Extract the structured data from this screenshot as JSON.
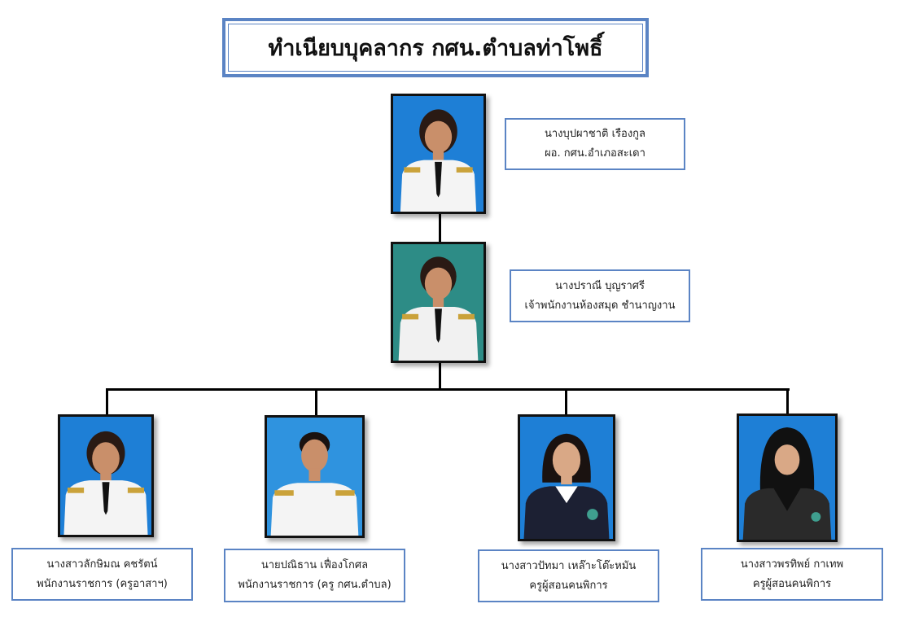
{
  "title": "ทำเนียบบุคลากร กศน.ตำบลท่าโพธิ์",
  "people": [
    {
      "name": "นางบุปผาชาติ  เรืองกูล",
      "position": "ผอ. กศน.อำเภอสะเดา"
    },
    {
      "name": "นางปราณี  บุญราศรี",
      "position": "เจ้าพนักงานห้องสมุด ชำนาญงาน"
    },
    {
      "name": "นางสาวลักษิมณ  คชรัตน์",
      "position": "พนักงานราชการ (ครูอาสาฯ)"
    },
    {
      "name": "นายปณิธาน  เฟื่องโกศล",
      "position": "พนักงานราชการ (ครู กศน.ตำบล)"
    },
    {
      "name": "นางสาวปัทมา  เหล๊าะโต๊ะหมัน",
      "position": "ครูผู้สอนคนพิการ"
    },
    {
      "name": "นางสาวพรทิพย์  กาเทพ",
      "position": "ครูผู้สอนคนพิการ"
    }
  ],
  "colors": {
    "frame": "#5b84c4",
    "photo_background": "#1e7fd6"
  }
}
